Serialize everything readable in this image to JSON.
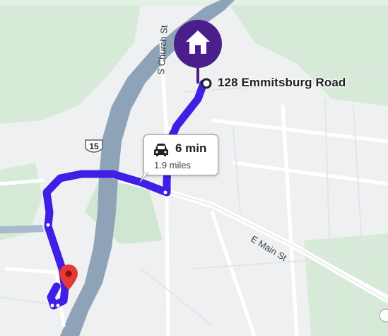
{
  "map": {
    "destination_label": "128 Emmitsburg Road",
    "route": {
      "duration": "6 min",
      "distance": "1.9 miles"
    },
    "roads": {
      "church_st": "S Church St",
      "main_st": "E Main St",
      "highway_shield": "15"
    },
    "icons": {
      "home": "home-icon",
      "car": "car-icon",
      "destination": "map-pin-icon",
      "origin": "origin-ring-icon"
    },
    "colors": {
      "route": "#3f1ee6",
      "home_marker": "#4a1f8c",
      "red_pin": "#e53935",
      "river": "#8fa3b8",
      "land": "#f1f3f4",
      "park": "#c8e6c9"
    }
  }
}
